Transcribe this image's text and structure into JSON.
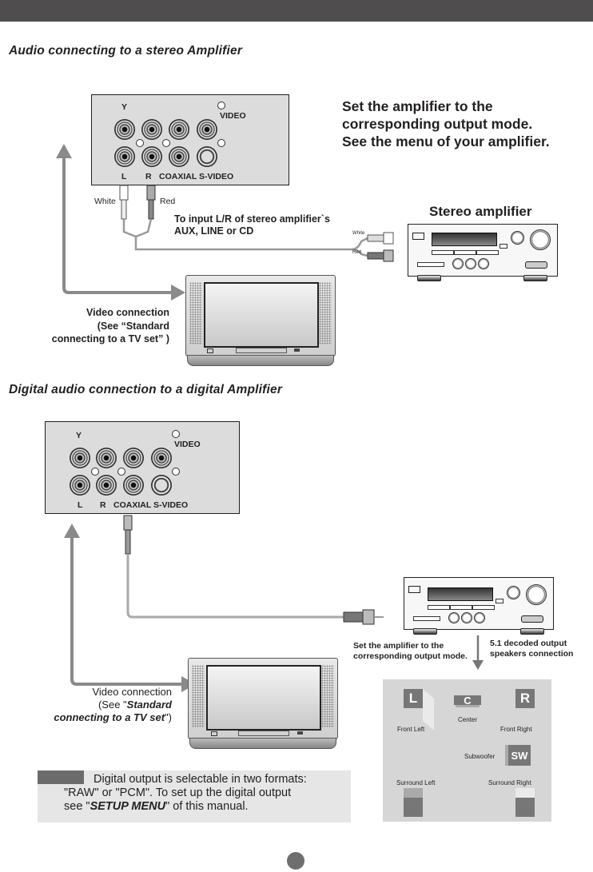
{
  "header": {
    "bar_color": "#4f4d4e"
  },
  "section1": {
    "title": "Audio connecting to a stereo Amplifier",
    "panel_labels": {
      "y": "Y",
      "video": "VIDEO",
      "l": "L",
      "r": "R",
      "coaxial": "COAXIAL",
      "svideo": "S-VIDEO"
    },
    "cable_white": "White",
    "cable_red": "Red",
    "instruction": [
      "Set the amplifier to the",
      "corresponding output mode.",
      "See the menu of your amplifier."
    ],
    "input_note": [
      "To input L/R of stereo amplifier`s",
      "AUX, LINE or CD"
    ],
    "amp_title": "Stereo amplifier",
    "amp_plug_white": "White",
    "amp_plug_red": "Red",
    "video_note": [
      "Video connection",
      "(See  “Standard",
      "connecting to a TV set” )"
    ]
  },
  "section2": {
    "title": "Digital audio connection to a digital Amplifier",
    "panel_labels": {
      "y": "Y",
      "video": "VIDEO",
      "l": "L",
      "r": "R",
      "coaxial": "COAXIAL",
      "svideo": "S-VIDEO"
    },
    "amp_note": [
      "Set the amplifier to the",
      "corresponding output mode."
    ],
    "speaker_note": [
      "5.1 decoded output",
      "speakers connection"
    ],
    "video_note": {
      "line1": "Video connection",
      "line2_prefix": "(See \"",
      "line2_bold": "Standard",
      "line3_bold": "connecting to a TV set",
      "line3_suffix": "\")"
    },
    "speakers": {
      "front_left": {
        "letter": "L",
        "label": "Front Left"
      },
      "center": {
        "letter": "C",
        "label": "Center"
      },
      "front_right": {
        "letter": "R",
        "label": "Front Right"
      },
      "subwoofer": {
        "letter": "SW",
        "label": "Subwoofer"
      },
      "surround_left": {
        "label": "Surround Left"
      },
      "surround_right": {
        "label": "Surround Right"
      }
    },
    "note": {
      "line1": "Digital output is selectable in two formats:",
      "line2": "\"RAW\" or \"PCM\". To set up the digital output",
      "line3_prefix": "see \"",
      "line3_bold": "SETUP  MENU",
      "line3_suffix": "\" of this manual."
    }
  },
  "colors": {
    "arrow": "#8a8a8a",
    "panel": "#dcdcdc",
    "speaker_face": "#777777",
    "note_bg": "#e6e6e6",
    "page_dot": "#6e6e6e"
  }
}
